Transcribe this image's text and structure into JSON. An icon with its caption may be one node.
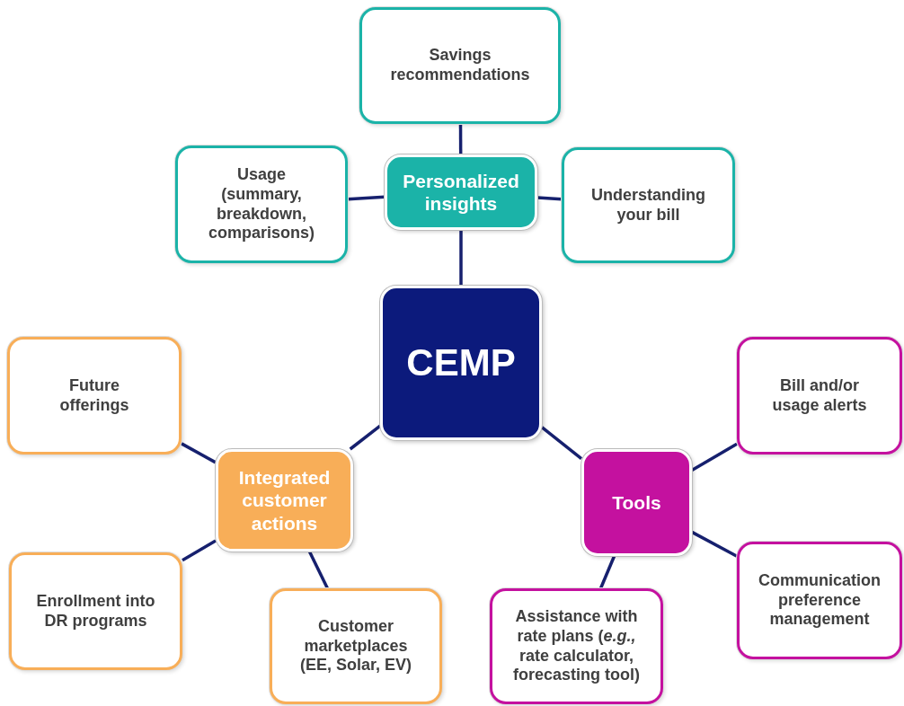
{
  "diagram": {
    "nodes": [
      {
        "text": [
          "CEMP"
        ]
      },
      {
        "text": [
          "Personalized insights"
        ]
      },
      {
        "text": [
          "Savings recommendations"
        ]
      },
      {
        "text": [
          "Usage (summary, breakdown, comparisons)"
        ]
      },
      {
        "text": [
          "Understanding your bill"
        ]
      },
      {
        "text": [
          "Integrated customer actions"
        ]
      },
      {
        "text": [
          "Future offerings"
        ]
      },
      {
        "text": [
          "Enrollment into DR programs"
        ]
      },
      {
        "text": [
          "Customer marketplaces (EE, Solar, EV)"
        ]
      },
      {
        "text": [
          "Tools"
        ]
      },
      {
        "text": [
          "Bill and/or usage alerts"
        ]
      },
      {
        "text": [
          "Communication preference management"
        ]
      },
      {
        "text": [
          "Assistance with rate plans (*e.g.,* rate calculator, forecasting tool)"
        ]
      }
    ],
    "edges": [
      {
        "from": 1,
        "to": 0,
        "arrow": "none"
      },
      {
        "from": 1,
        "to": 2,
        "arrow": "none"
      },
      {
        "from": 1,
        "to": 3,
        "arrow": "none"
      },
      {
        "from": 1,
        "to": 4,
        "arrow": "none"
      },
      {
        "from": 5,
        "to": 0,
        "arrow": "none"
      },
      {
        "from": 5,
        "to": 6,
        "arrow": "none"
      },
      {
        "from": 5,
        "to": 7,
        "arrow": "none"
      },
      {
        "from": 5,
        "to": 8,
        "arrow": "none"
      },
      {
        "from": 9,
        "to": 0,
        "arrow": "none"
      },
      {
        "from": 9,
        "to": 10,
        "arrow": "none"
      },
      {
        "from": 9,
        "to": 11,
        "arrow": "none"
      },
      {
        "from": 9,
        "to": 12,
        "arrow": "none"
      }
    ]
  }
}
